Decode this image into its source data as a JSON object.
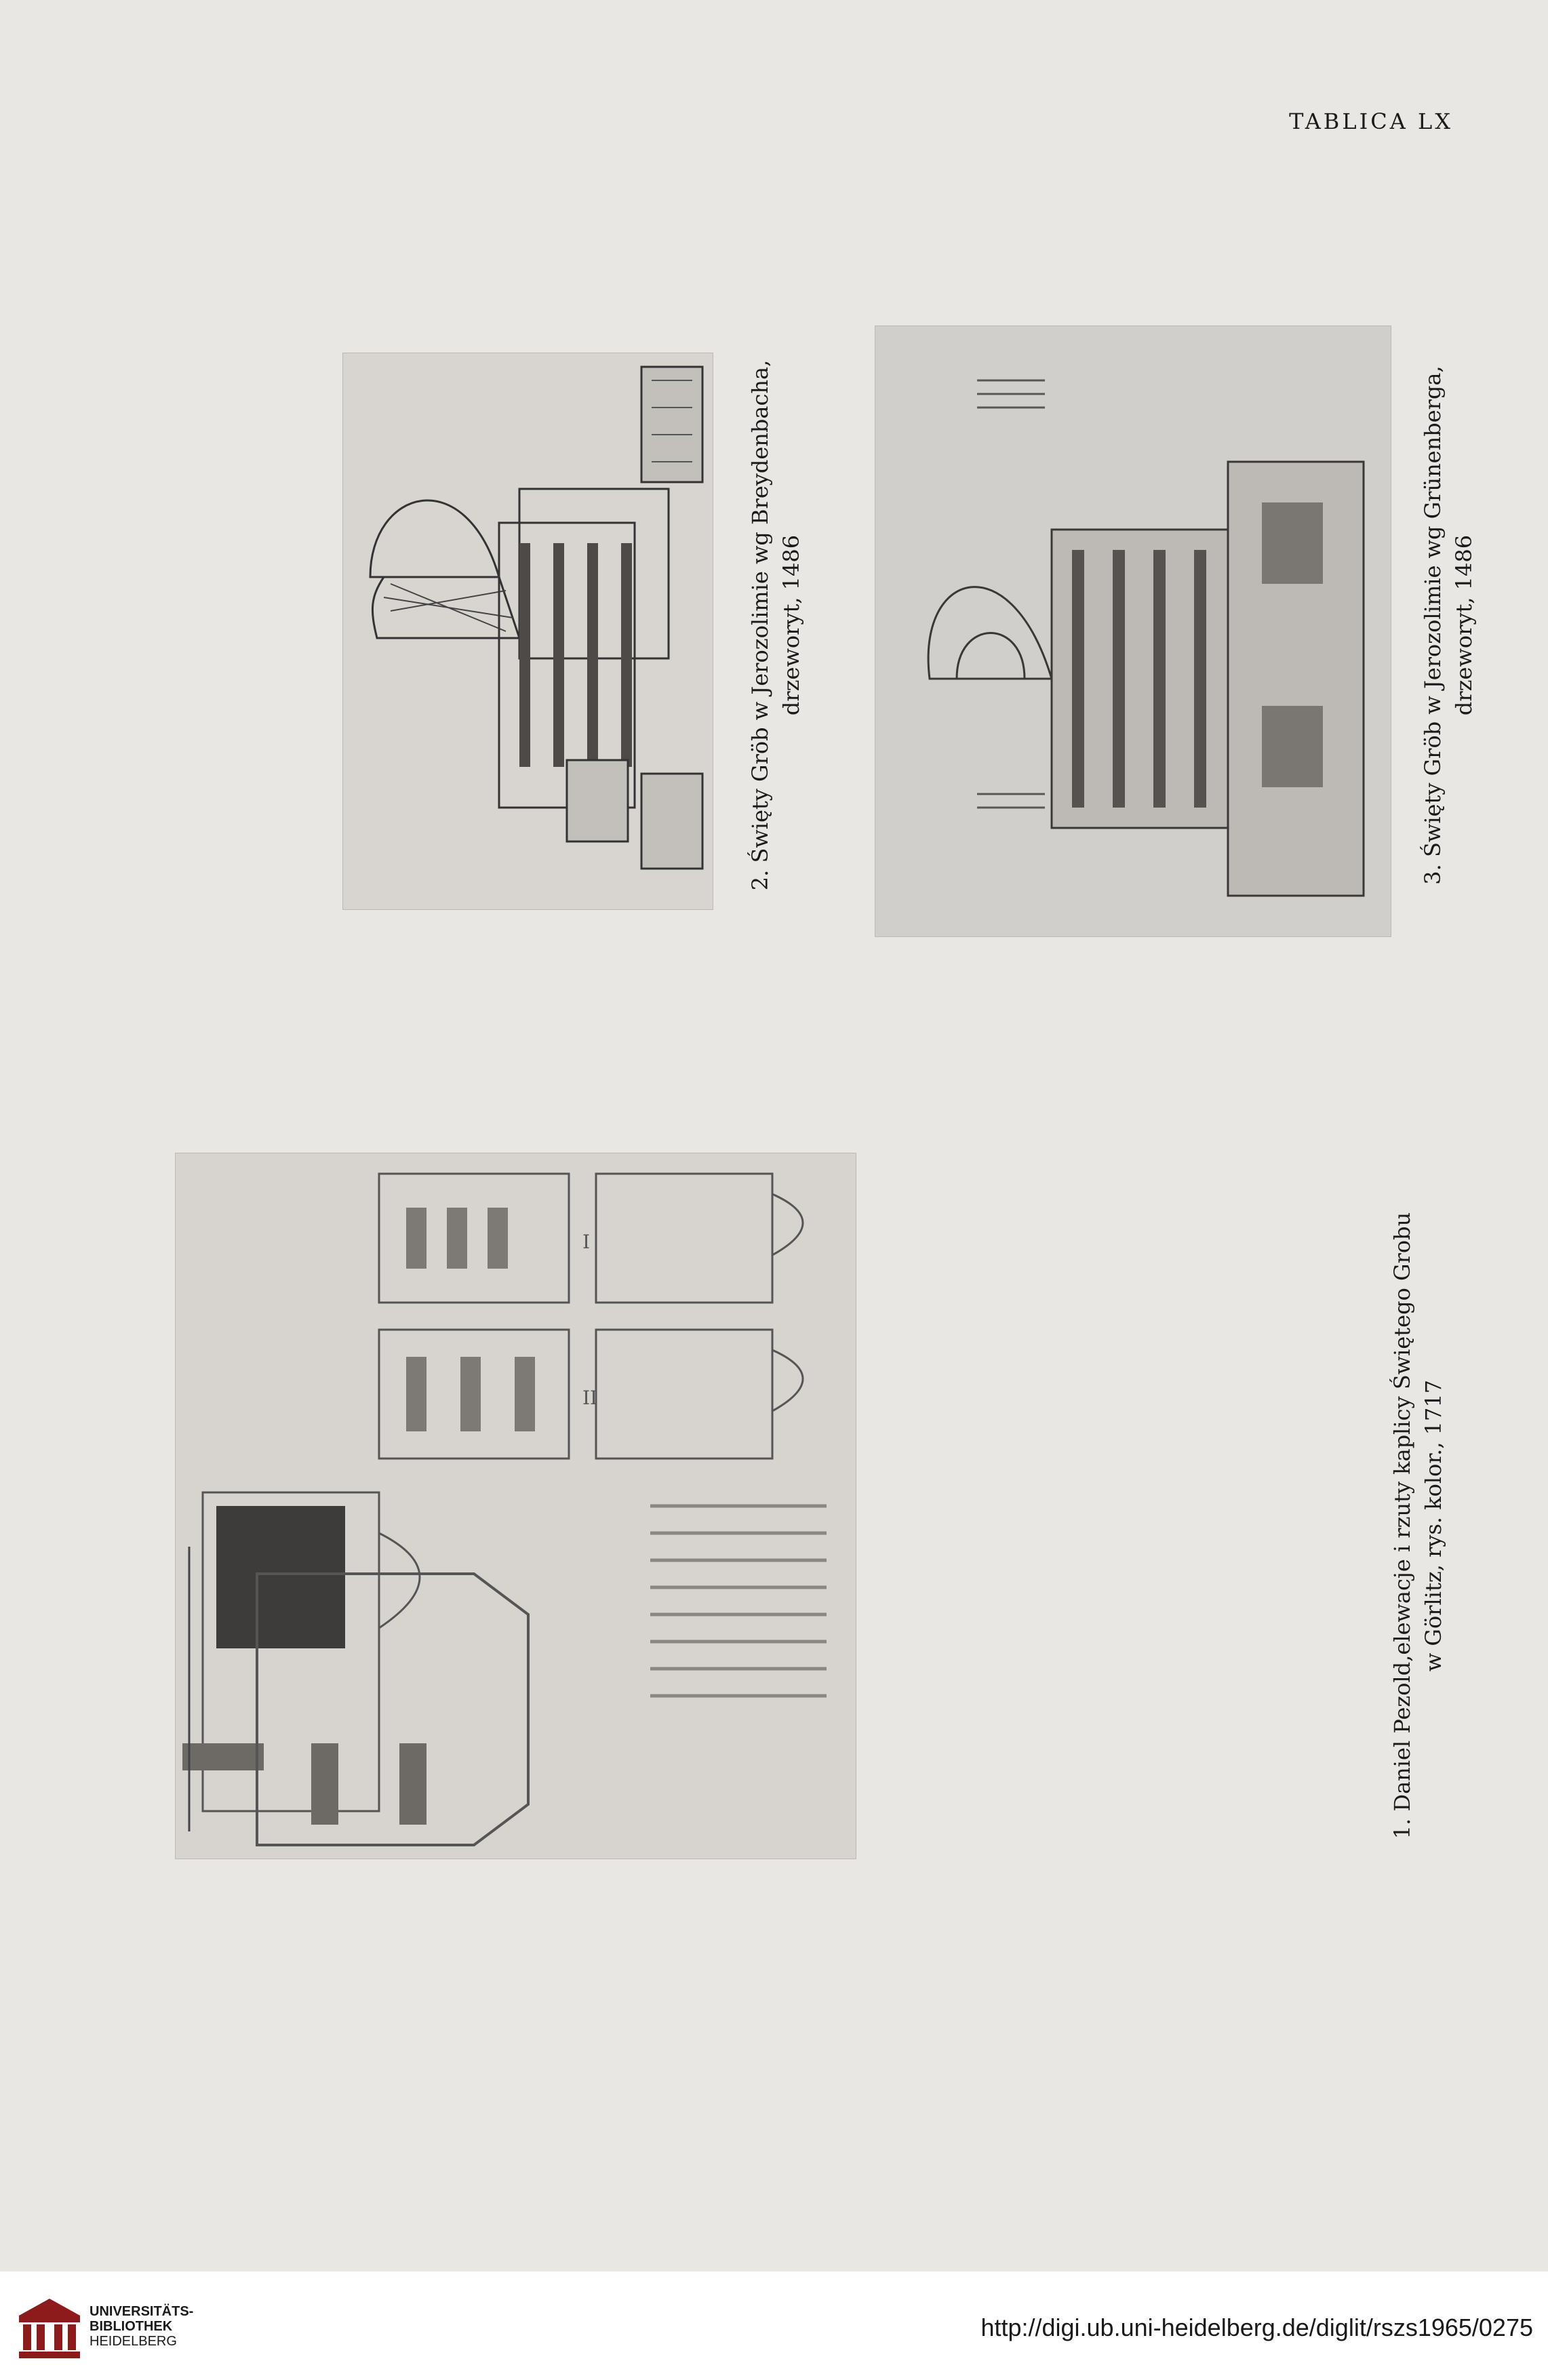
{
  "header": {
    "plate_title": "TABLICA LX"
  },
  "figures": [
    {
      "caption_lines": [
        "1. Daniel Pezold,elewacje i rzuty kaplicy Świętego Grobu",
        "w Görlitz, rys. kolor., 1717"
      ]
    },
    {
      "caption_lines": [
        "2. Święty Gröb w Jerozolimie wg Breydenbacha,",
        "drzeworyt, 1486"
      ]
    },
    {
      "caption_lines": [
        "3. Święty Gröb w Jerozolimie wg Grünenberga,",
        "drzeworyt, 1486"
      ]
    }
  ],
  "footer": {
    "logo_line1": "UNIVERSITÄTS-",
    "logo_line2": "BIBLIOTHEK",
    "logo_line3": "HEIDELBERG",
    "url": "http://digi.ub.uni-heidelberg.de/diglit/rszs1965/0275"
  }
}
